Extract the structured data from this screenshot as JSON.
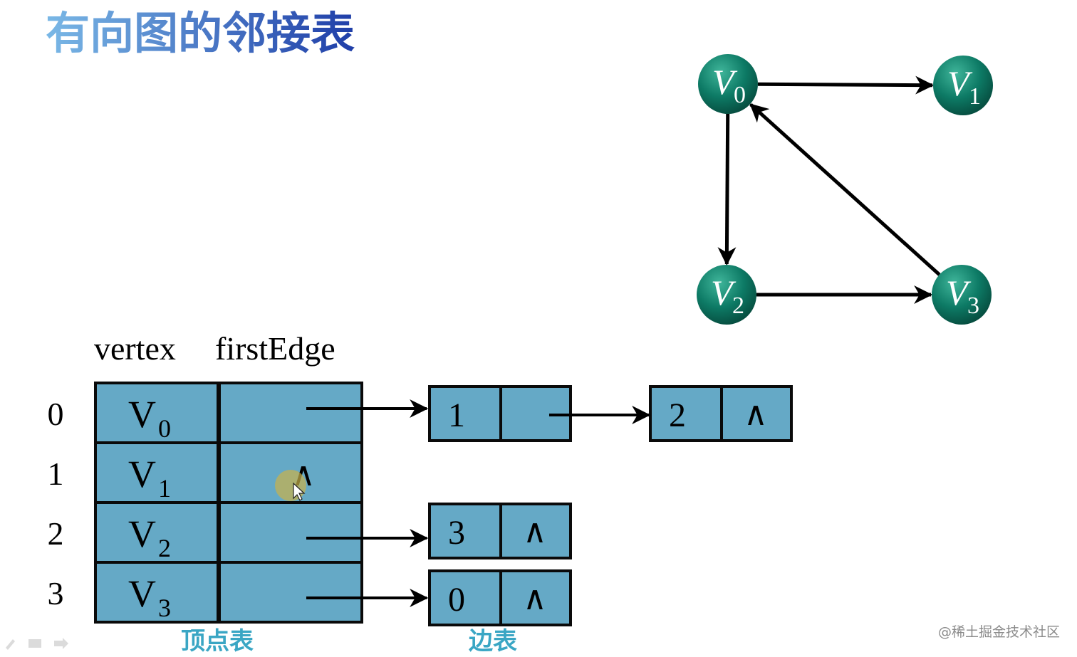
{
  "title": "有向图的邻接表",
  "colors": {
    "title_start": "#7ab8e6",
    "title_end": "#1f3ea8",
    "cell_fill": "#65a9c6",
    "cell_stroke": "#0a0a0a",
    "node_light": "#3fb59a",
    "node_mid": "#0d7a65",
    "node_dark": "#064a3d",
    "caption": "#3aa6c4",
    "arrow": "#000000",
    "cursor_halo": "#c9b24a",
    "watermark": "#8a8a8a"
  },
  "graph": {
    "nodes": [
      {
        "id": "v0",
        "letter": "V",
        "sub": "0"
      },
      {
        "id": "v1",
        "letter": "V",
        "sub": "1"
      },
      {
        "id": "v2",
        "letter": "V",
        "sub": "2"
      },
      {
        "id": "v3",
        "letter": "V",
        "sub": "3"
      }
    ],
    "edges": [
      {
        "from": "v0",
        "to": "v1"
      },
      {
        "from": "v0",
        "to": "v2"
      },
      {
        "from": "v2",
        "to": "v3"
      },
      {
        "from": "v3",
        "to": "v0"
      }
    ]
  },
  "vertex_table": {
    "header_vertex": "vertex",
    "header_firstedge": "firstEdge",
    "caption": "顶点表",
    "rows": [
      {
        "index": "0",
        "letter": "V",
        "sub": "0",
        "first": "edge",
        "null_mark": ""
      },
      {
        "index": "1",
        "letter": "V",
        "sub": "1",
        "first": "null",
        "null_mark": "∧"
      },
      {
        "index": "2",
        "letter": "V",
        "sub": "2",
        "first": "edge",
        "null_mark": ""
      },
      {
        "index": "3",
        "letter": "V",
        "sub": "3",
        "first": "edge",
        "null_mark": ""
      }
    ]
  },
  "edge_table": {
    "caption": "边表",
    "lists": [
      {
        "row": "0",
        "nodes": [
          {
            "adj": "1",
            "next": "ptr",
            "null_mark": ""
          },
          {
            "adj": "2",
            "next": "null",
            "null_mark": "∧"
          }
        ]
      },
      {
        "row": "2",
        "nodes": [
          {
            "adj": "3",
            "next": "null",
            "null_mark": "∧"
          }
        ]
      },
      {
        "row": "3",
        "nodes": [
          {
            "adj": "0",
            "next": "null",
            "null_mark": "∧"
          }
        ]
      }
    ]
  },
  "watermark": "@稀土掘金技术社区"
}
